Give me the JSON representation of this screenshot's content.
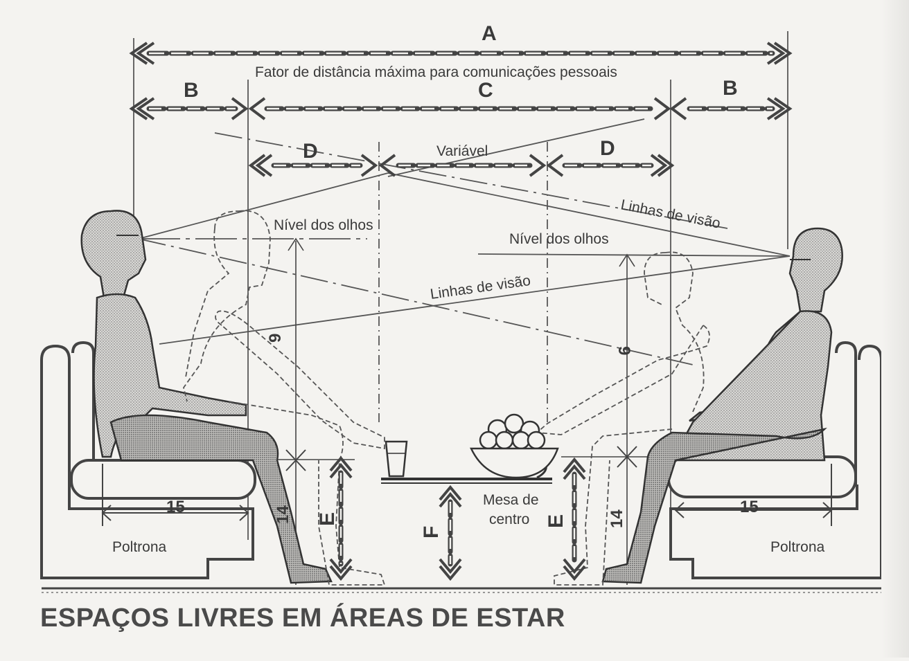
{
  "title": "ESPAÇOS LIVRES EM ÁREAS DE ESTAR",
  "dimensions": {
    "a": "A",
    "b_left": "B",
    "c": "C",
    "b_right": "B",
    "d_left": "D",
    "d_right": "D",
    "e_left": "E",
    "e_right": "E",
    "f": "F",
    "nine_left": "9",
    "nine_right": "9",
    "fourteen_left": "14",
    "fourteen_right": "14",
    "fifteen_left": "15",
    "fifteen_right": "15"
  },
  "labels": {
    "max_distance": "Fator de distância máxima para comunicações pessoais",
    "variable": "Variável",
    "sight_lines_top": "Linhas de visão",
    "sight_lines_middle": "Linhas de visão",
    "eye_level_left": "Nível dos olhos",
    "eye_level_right": "Nível dos olhos",
    "coffee_table": "Mesa de\ncentro",
    "armchair_left": "Poltrona",
    "armchair_right": "Poltrona"
  }
}
